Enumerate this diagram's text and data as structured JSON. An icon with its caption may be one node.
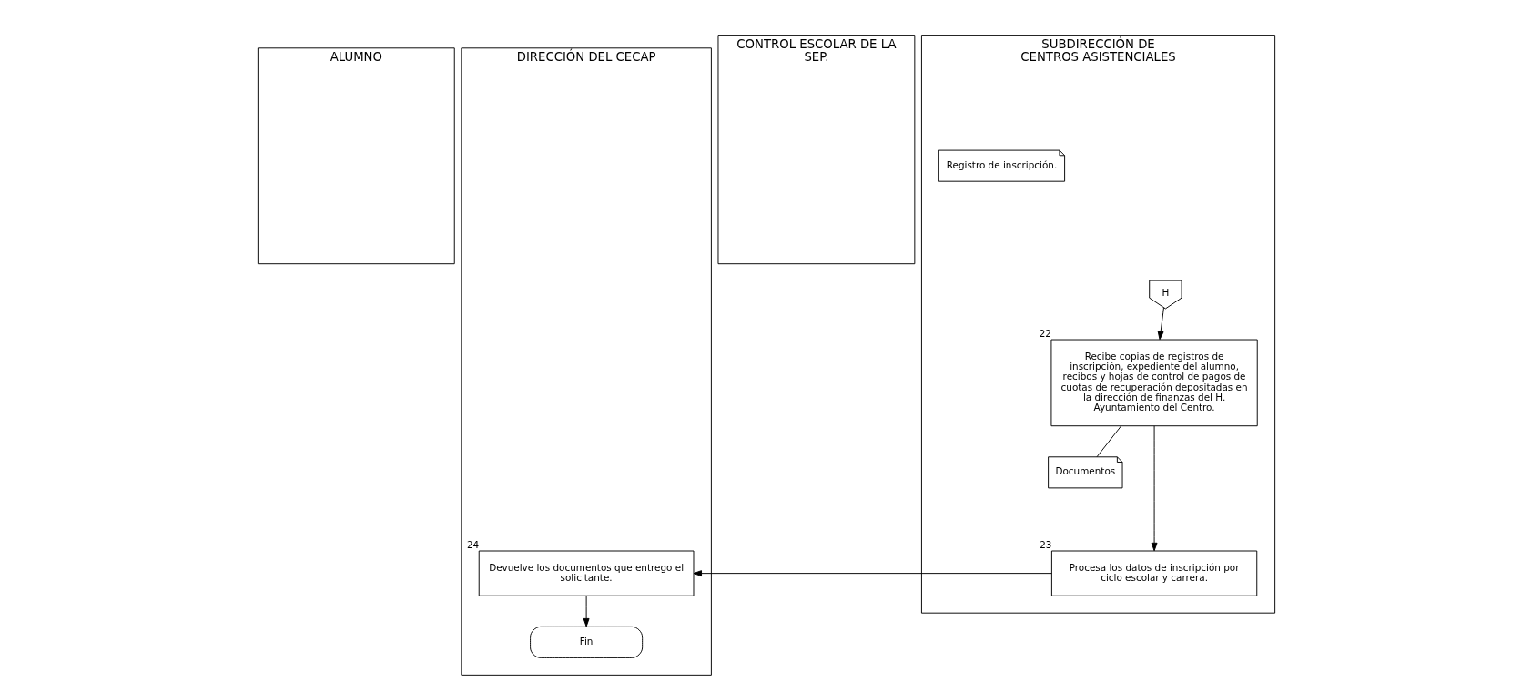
{
  "diagram": {
    "nodes": [
      {
        "text": [
          "ALUMNO"
        ]
      },
      {
        "text": [
          "DIRECCIÓN DEL CECAP"
        ]
      },
      {
        "text": [
          "CONTROL ESCOLAR DE LA SEP."
        ]
      },
      {
        "text": [
          "SUBDIRECCIÓN DE CENTROS ASISTENCIALES"
        ]
      },
      {
        "text": [
          "H"
        ],
        "in": 3
      },
      {
        "text": [
          "Recibe copias de registros de inscripción, expediente del alumno, recibos y hojas de control de pagos de cuotas de recuperación depositadas en la dirección de finanzas del H. Ayuntamiento del Centro."
        ],
        "in": 3,
        "beside": [
          "22"
        ]
      },
      {
        "text": [
          "Documentos"
        ],
        "in": 3
      },
      {
        "text": [
          "Procesa los datos de inscripción por ciclo escolar y carrera."
        ],
        "in": 3,
        "beside": [
          "23"
        ]
      },
      {
        "text": [
          "Registro de inscripción."
        ],
        "in": 3
      },
      {
        "text": [
          "Devuelve los documentos que entrego el solicitante."
        ],
        "in": 1,
        "beside": [
          "24"
        ]
      },
      {
        "text": [
          "Fin"
        ],
        "in": 1
      }
    ],
    "edges": [
      {
        "from": 4,
        "to": 5,
        "arrow": "to"
      },
      {
        "from": 5,
        "to": 6,
        "arrow": "none"
      },
      {
        "from": 5,
        "to": 7,
        "arrow": "to"
      },
      {
        "from": 7,
        "to": 9,
        "arrow": "to"
      },
      {
        "from": 9,
        "to": 10,
        "arrow": "to"
      }
    ]
  }
}
